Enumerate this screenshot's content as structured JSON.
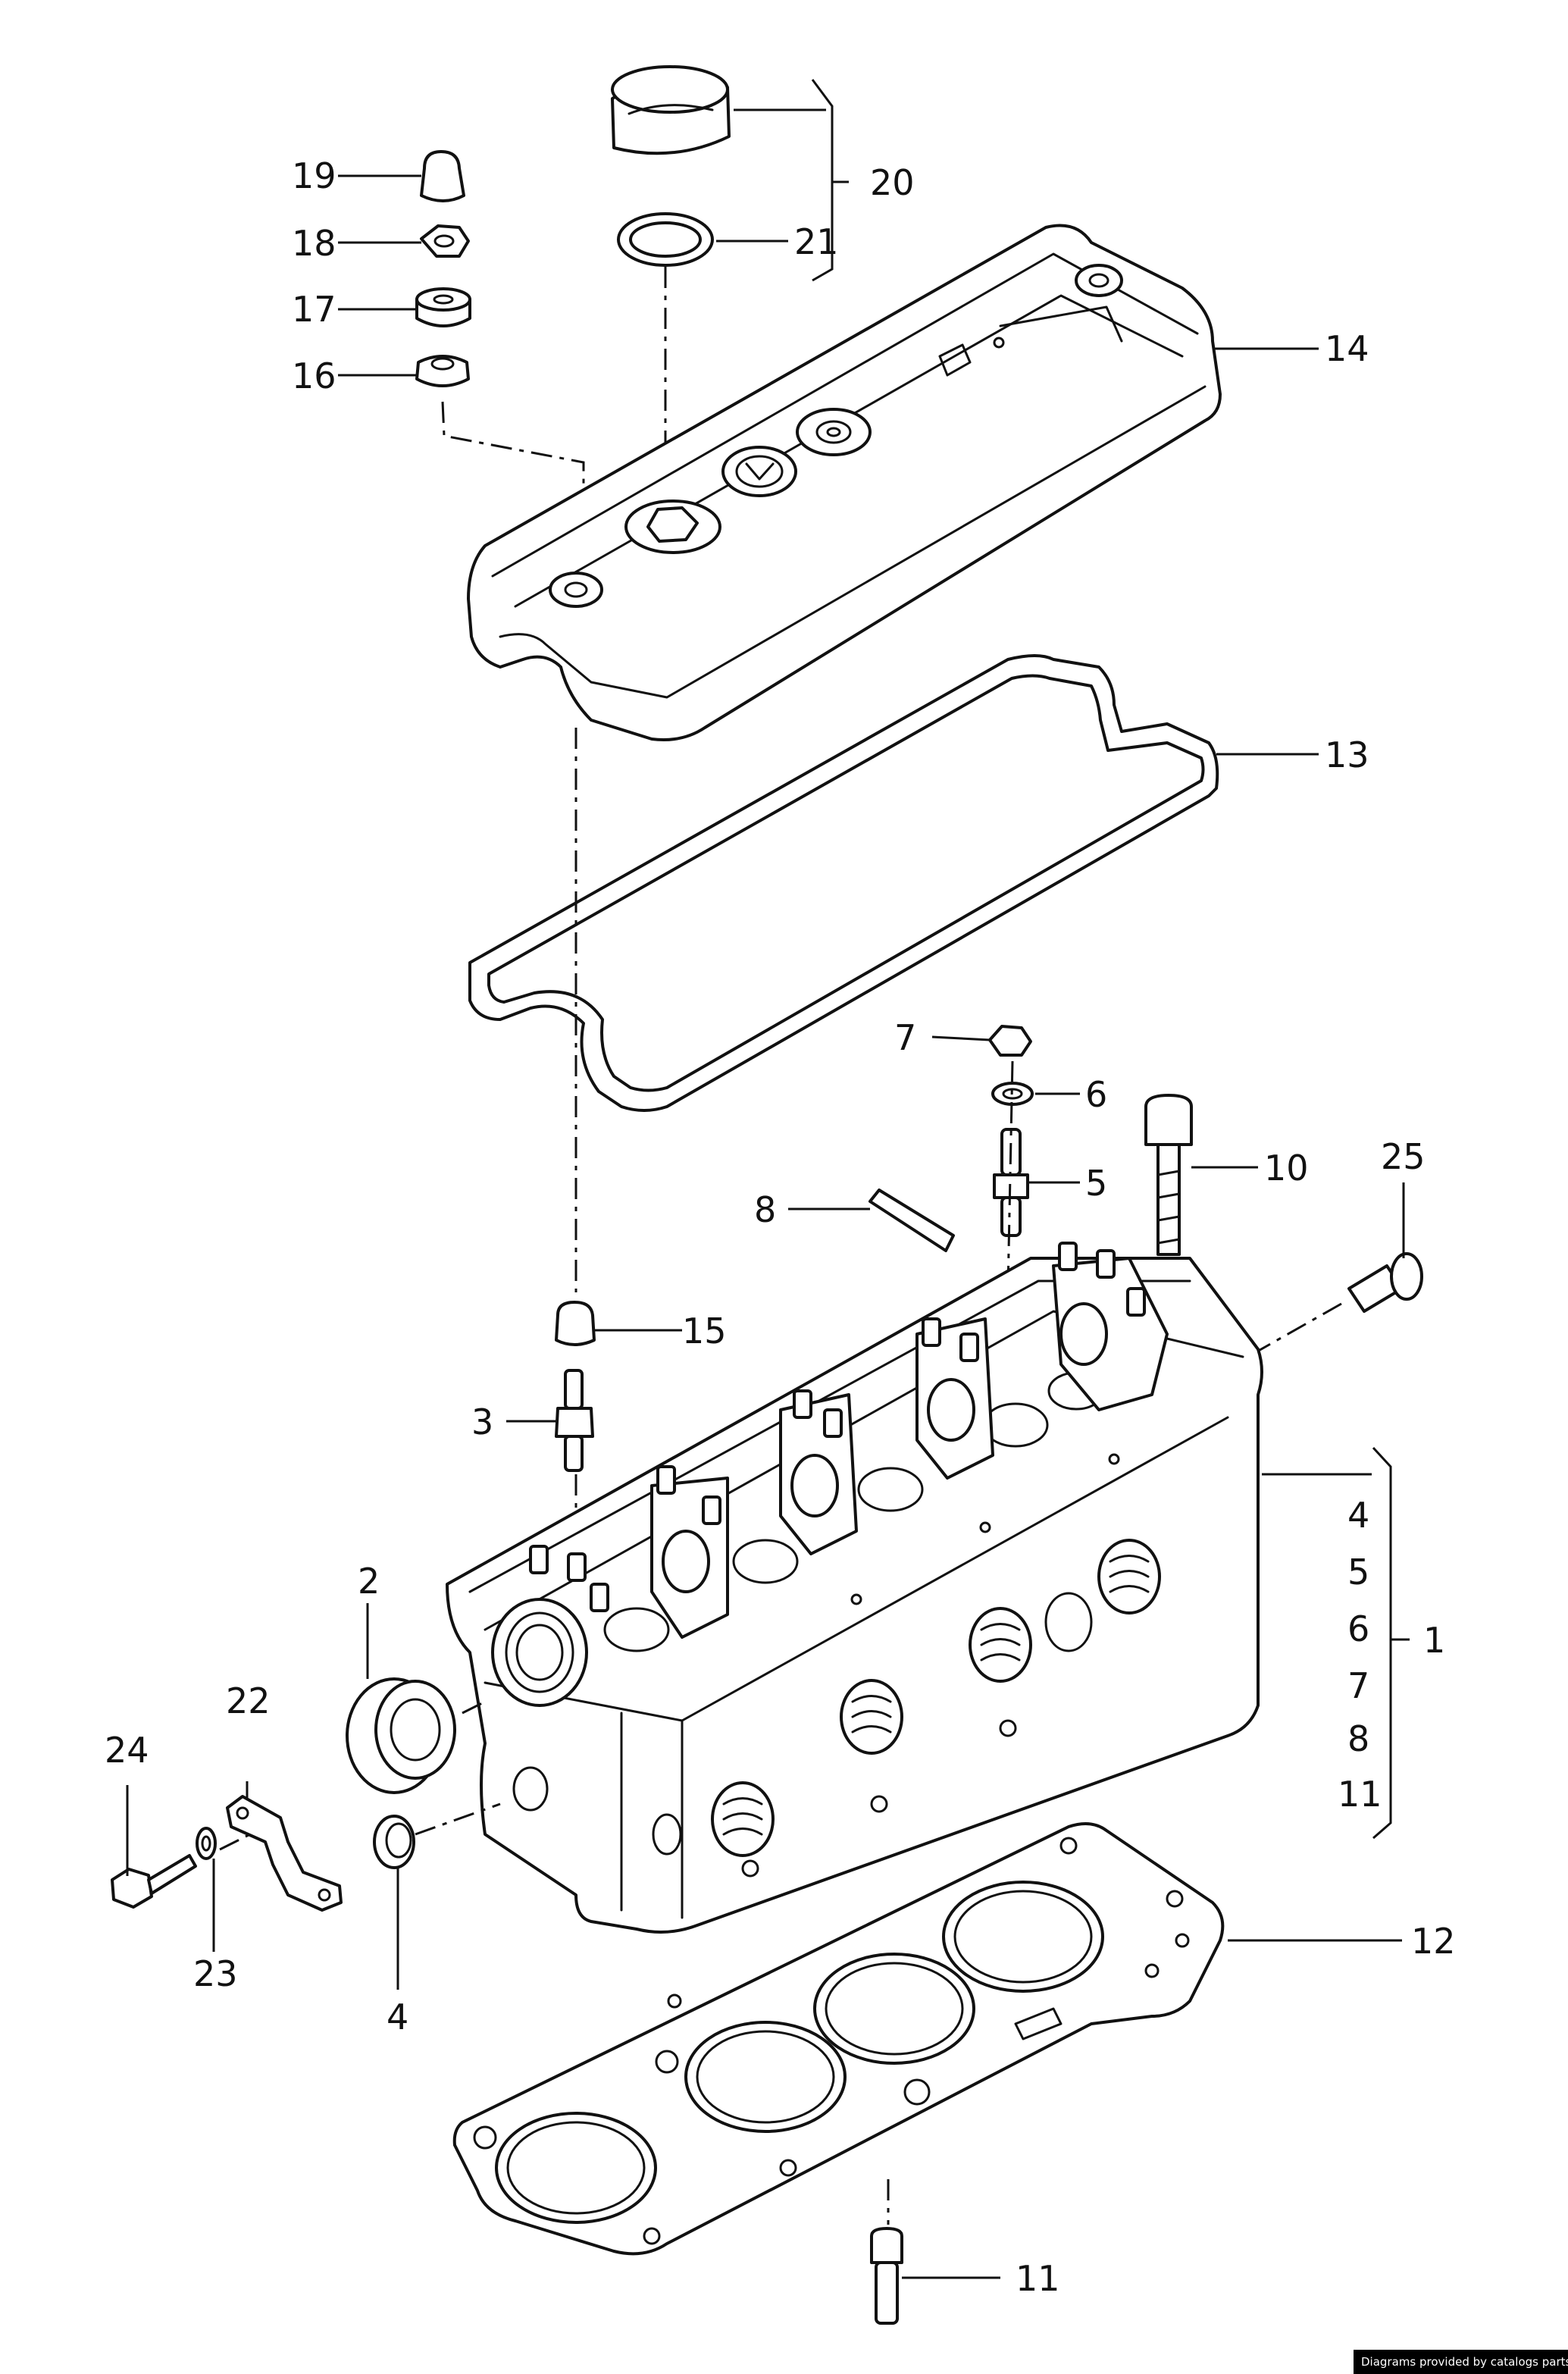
{
  "diagram": {
    "labels": {
      "l1": "1",
      "l2": "2",
      "l3": "3",
      "l4a": "4",
      "l4b": "4",
      "l5a": "5",
      "l5b": "5",
      "l6a": "6",
      "l6b": "6",
      "l7a": "7",
      "l7b": "7",
      "l8a": "8",
      "l8b": "8",
      "l10": "10",
      "l11a": "11",
      "l11b": "11",
      "l12": "12",
      "l13": "13",
      "l14": "14",
      "l15": "15",
      "l16": "16",
      "l17": "17",
      "l18": "18",
      "l19": "19",
      "l20": "20",
      "l21": "21",
      "l22": "22",
      "l23": "23",
      "l24": "24",
      "l25": "25"
    }
  },
  "footer": {
    "credit": "Diagrams provided by catalogs parts"
  }
}
